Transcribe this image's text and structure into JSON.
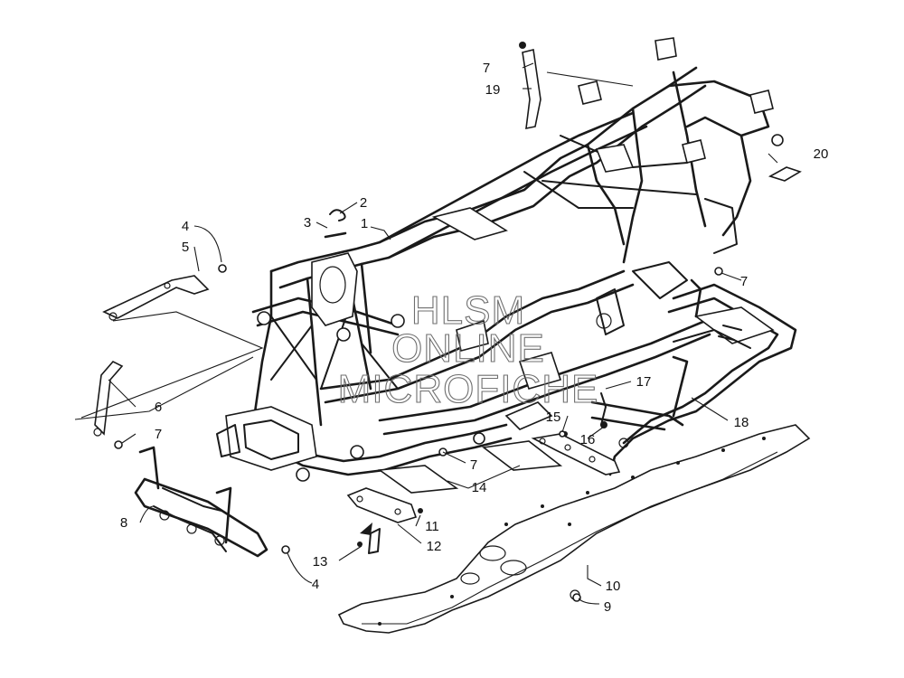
{
  "callouts": [
    {
      "id": "c1",
      "text": "1"
    },
    {
      "id": "c2",
      "text": "2"
    },
    {
      "id": "c3",
      "text": "3"
    },
    {
      "id": "c4a",
      "text": "4"
    },
    {
      "id": "c4b",
      "text": "4"
    },
    {
      "id": "c5",
      "text": "5"
    },
    {
      "id": "c6",
      "text": "6"
    },
    {
      "id": "c7a",
      "text": "7"
    },
    {
      "id": "c7b",
      "text": "7"
    },
    {
      "id": "c7c",
      "text": "7"
    },
    {
      "id": "c7d",
      "text": "7"
    },
    {
      "id": "c8",
      "text": "8"
    },
    {
      "id": "c9",
      "text": "9"
    },
    {
      "id": "c10",
      "text": "10"
    },
    {
      "id": "c11",
      "text": "11"
    },
    {
      "id": "c12",
      "text": "12"
    },
    {
      "id": "c13",
      "text": "13"
    },
    {
      "id": "c14",
      "text": "14"
    },
    {
      "id": "c15",
      "text": "15"
    },
    {
      "id": "c16",
      "text": "16"
    },
    {
      "id": "c17",
      "text": "17"
    },
    {
      "id": "c18",
      "text": "18"
    },
    {
      "id": "c19",
      "text": "19"
    },
    {
      "id": "c20",
      "text": "20"
    }
  ],
  "watermark": {
    "line1": "HLSM",
    "line2": "ONLINE",
    "line3": "MICROFICHE"
  }
}
